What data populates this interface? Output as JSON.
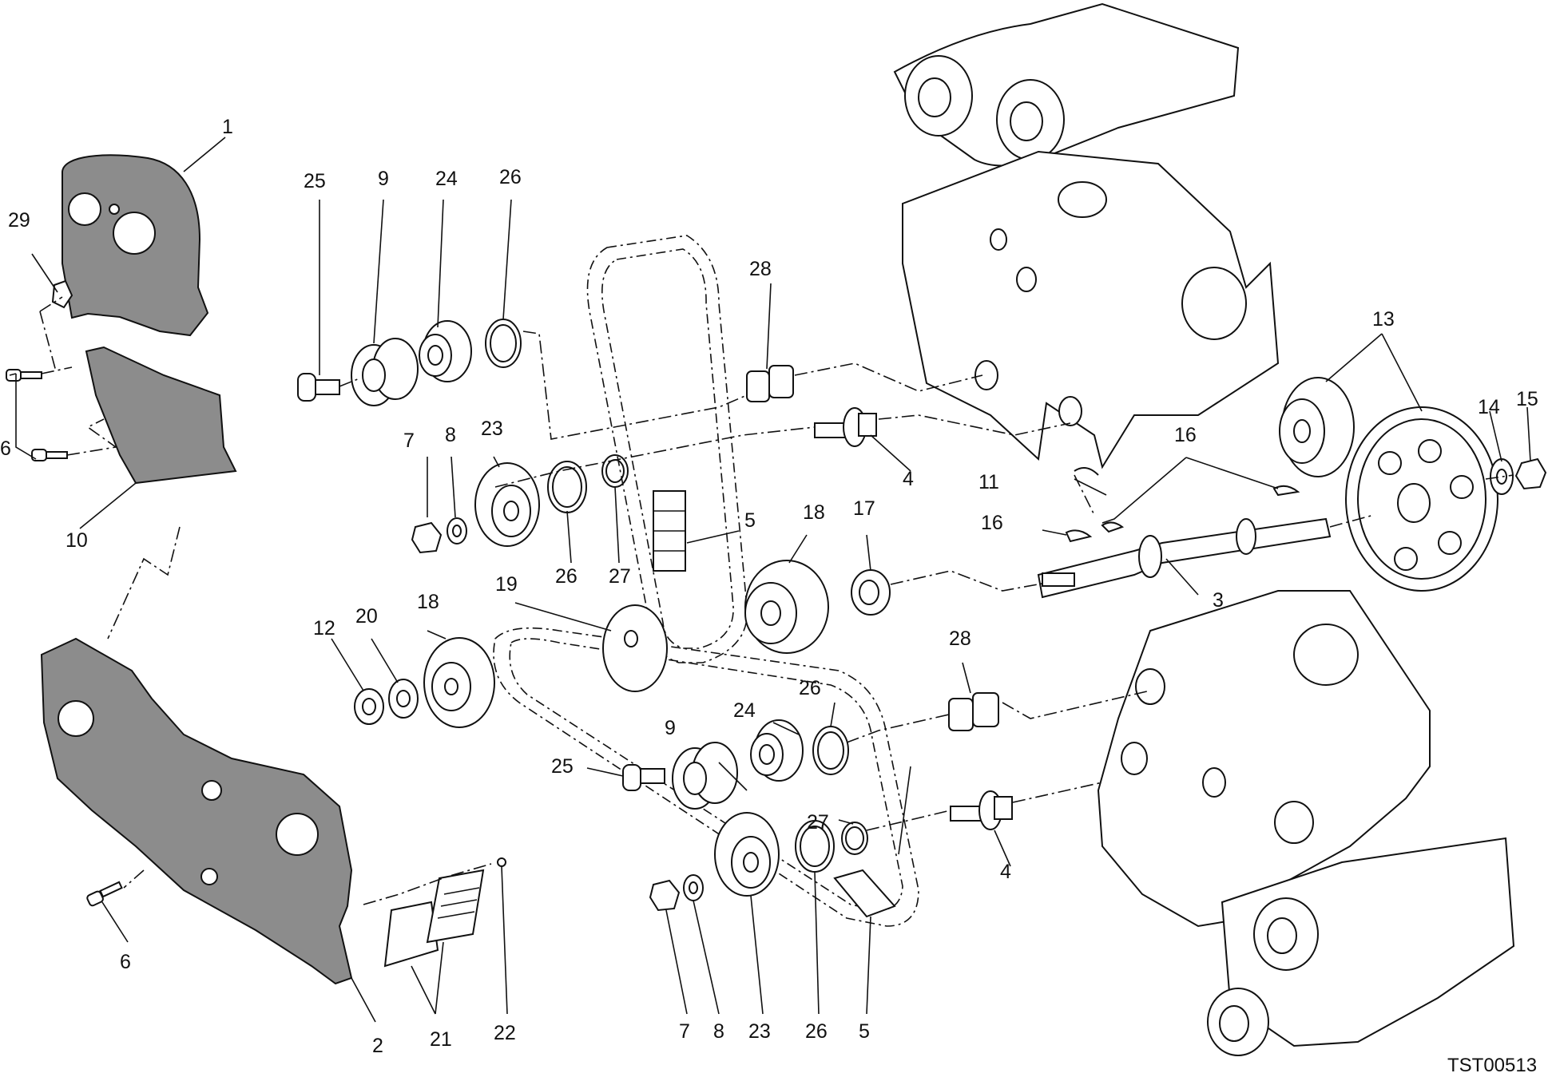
{
  "drawing": {
    "code": "TST00513",
    "colors": {
      "line": "#111111",
      "shaded_cover": "#8c8c8c",
      "background": "#ffffff"
    },
    "callouts": {
      "c1": "1",
      "c2": "2",
      "c3": "3",
      "c4a": "4",
      "c4b": "4",
      "c5a": "5",
      "c5b": "5",
      "c6a": "6",
      "c6b": "6",
      "c7a": "7",
      "c7b": "7",
      "c8a": "8",
      "c8b": "8",
      "c9a": "9",
      "c9b": "9",
      "c10": "10",
      "c11": "11",
      "c12": "12",
      "c13": "13",
      "c14": "14",
      "c15": "15",
      "c16a": "16",
      "c16b": "16",
      "c17": "17",
      "c18a": "18",
      "c18b": "18",
      "c19": "19",
      "c20": "20",
      "c21": "21",
      "c22": "22",
      "c23a": "23",
      "c23b": "23",
      "c24a": "24",
      "c24b": "24",
      "c25a": "25",
      "c25b": "25",
      "c26a": "26",
      "c26b": "26",
      "c26c": "26",
      "c26d": "26",
      "c27a": "27",
      "c27b": "27",
      "c28a": "28",
      "c28b": "28",
      "c29": "29"
    }
  }
}
